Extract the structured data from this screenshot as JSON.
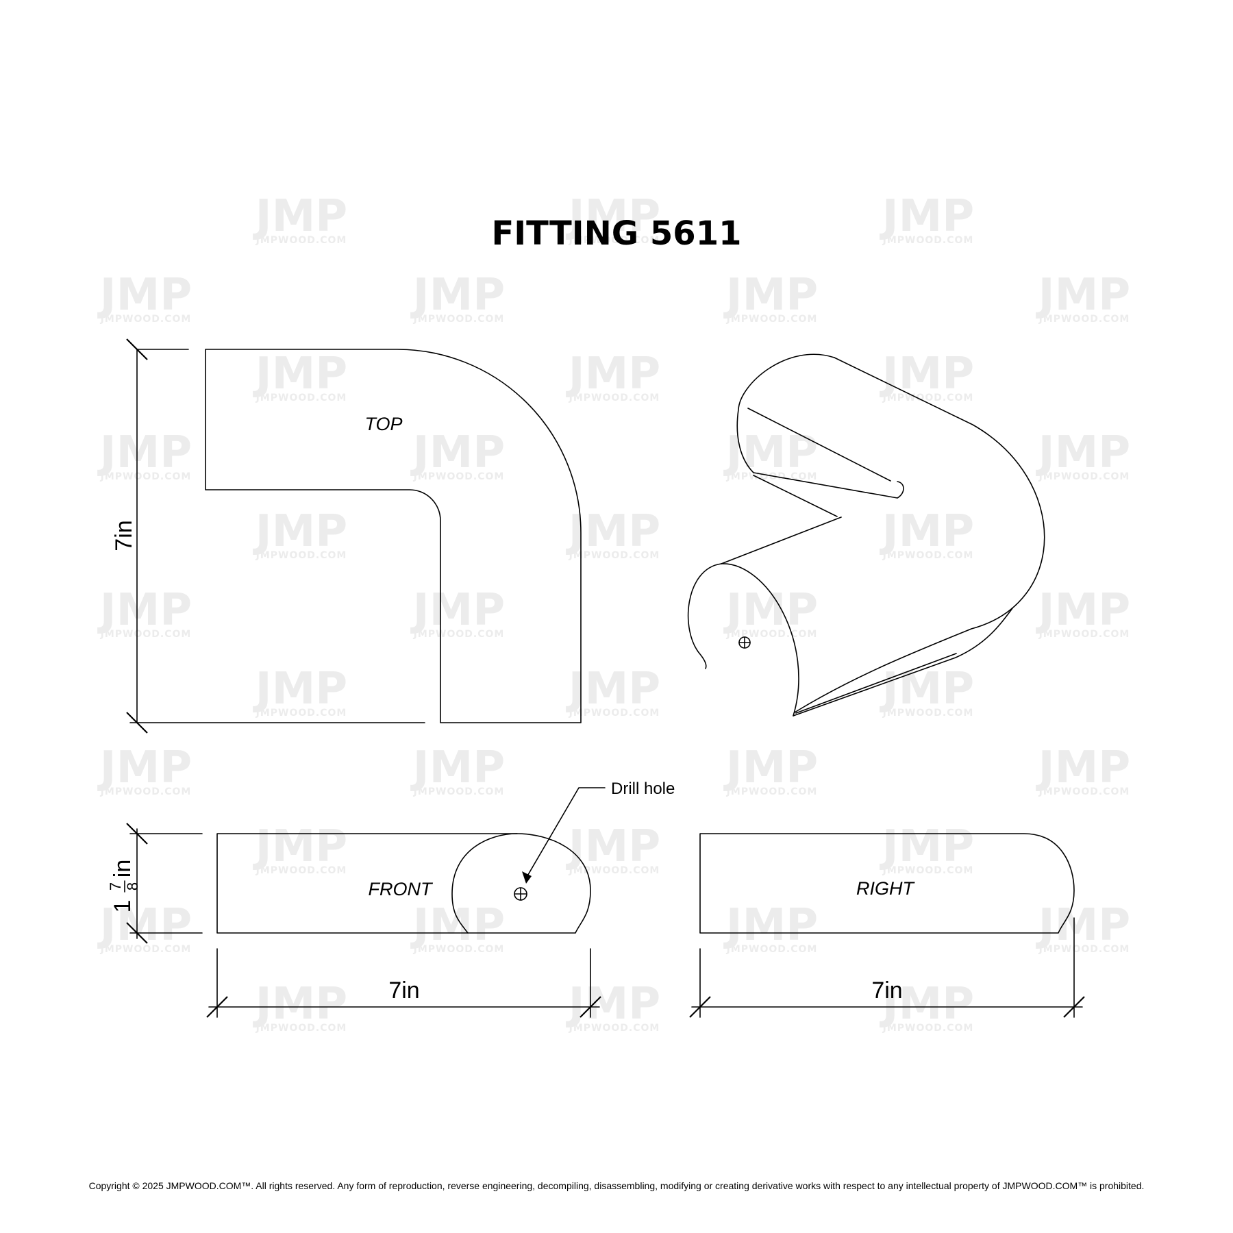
{
  "title": "FITTING 5611",
  "views": {
    "top": "TOP",
    "front": "FRONT",
    "right": "RIGHT"
  },
  "dimensions": {
    "top_height": "7in",
    "front_height_whole": "1",
    "front_height_num": "7",
    "front_height_den": "8",
    "front_height_unit": "in",
    "front_width": "7in",
    "right_width": "7in"
  },
  "callout": {
    "drill_hole": "Drill hole"
  },
  "watermark": {
    "letters": "JMP",
    "url": "JMPWOOD.COM"
  },
  "footer": {
    "copyright": "Copyright © 2025 JMPWOOD.COM™. All rights reserved. Any form of reproduction, reverse engineering, decompiling, disassembling, modifying or creating derivative works with respect to any intellectual property of JMPWOOD.COM™ is prohibited."
  }
}
